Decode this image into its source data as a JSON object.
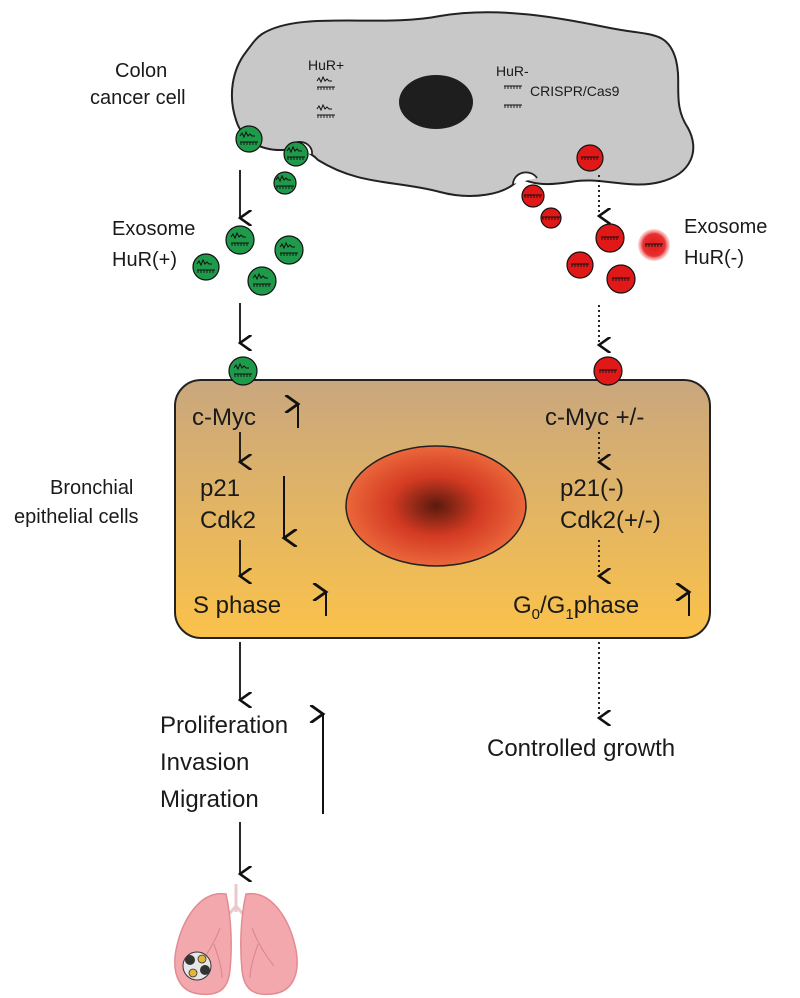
{
  "labels": {
    "colon_line1": "Colon",
    "colon_line2": "cancer cell",
    "hur_pos": "HuR+",
    "hur_neg": "HuR-",
    "crispr": "CRISPR/Cas9",
    "exo_pos_line1": "Exosome",
    "exo_pos_line2": "HuR(+)",
    "exo_neg_line1": "Exosome",
    "exo_neg_line2": "HuR(-)",
    "bronchial_line1": "Bronchial",
    "bronchial_line2": "epithelial cells",
    "cmyc_up": "c-Myc",
    "cmyc_mixed": "c-Myc +/-",
    "p21_left": "p21",
    "cdk2_left": "Cdk2",
    "sphase": "S phase",
    "p21_right": "p21(-)",
    "cdk2_right": "Cdk2(+/-)",
    "g_letter": "G",
    "g0_sub": "0",
    "slash": "/G",
    "g1_sub": "1",
    "phase_word": "phase",
    "proliferation": "Proliferation",
    "invasion": "Invasion",
    "migration": "Migration",
    "controlled_growth": "Controlled growth"
  },
  "colors": {
    "cancer_cell": "#c8c8c8",
    "nucleus_dark": "#1e1e1e",
    "exosome_green": "#1f9a4a",
    "exosome_red": "#e01818",
    "bronchial_top": "#c9a77e",
    "bronchial_bottom": "#fbc24a",
    "nucleus_red": "#e8442a",
    "lung_pink": "#f3a8ae"
  }
}
